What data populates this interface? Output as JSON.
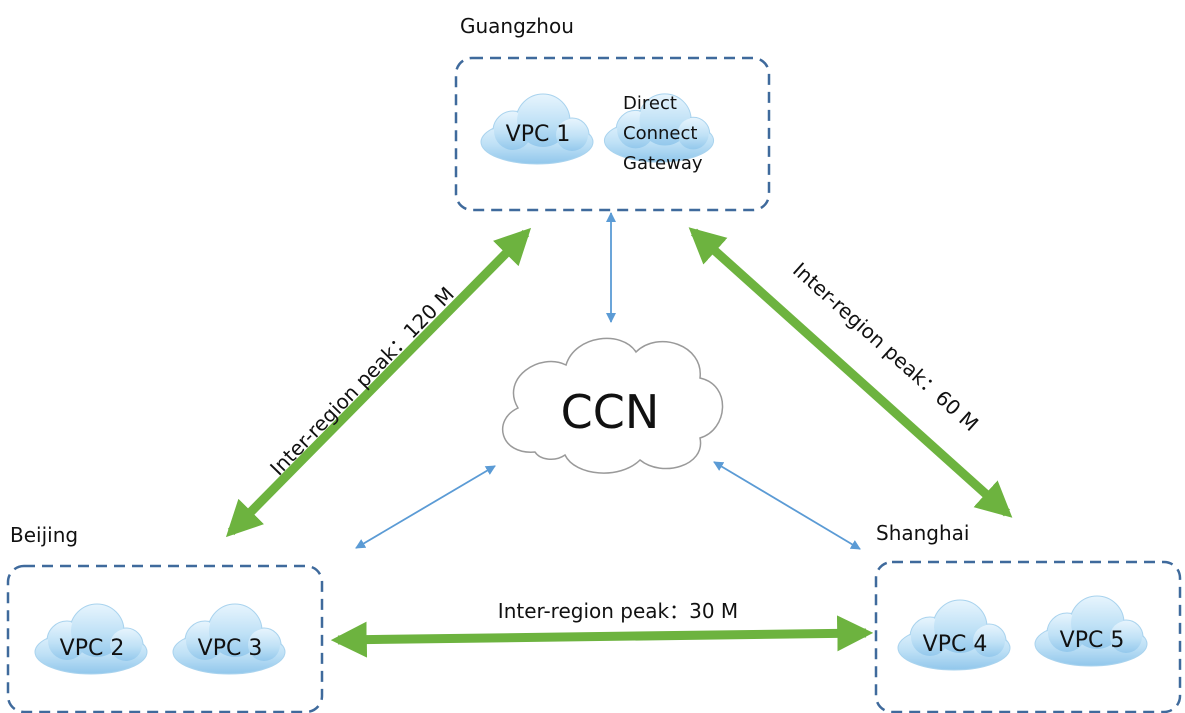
{
  "colors": {
    "region_border": "#3f6a9c",
    "peak_link": "#6db33f",
    "ccn_link": "#5b9bd5",
    "cloud_fill": "#bfe1f6",
    "ccn_cloud_stroke": "#9a9a9a"
  },
  "regions": {
    "guangzhou": {
      "name": "Guangzhou",
      "vpcs": [
        "VPC 1"
      ],
      "gateway_lines": [
        "Direct",
        "Connect",
        "Gateway"
      ]
    },
    "beijing": {
      "name": "Beijing",
      "vpcs": [
        "VPC 2",
        "VPC 3"
      ]
    },
    "shanghai": {
      "name": "Shanghai",
      "vpcs": [
        "VPC 4",
        "VPC 5"
      ]
    }
  },
  "ccn": {
    "label": "CCN"
  },
  "links": {
    "guangzhou_beijing": "Inter-region peak：120 M",
    "guangzhou_shanghai": "Inter-region peak：60 M",
    "beijing_shanghai": "Inter-region peak：30 M"
  }
}
